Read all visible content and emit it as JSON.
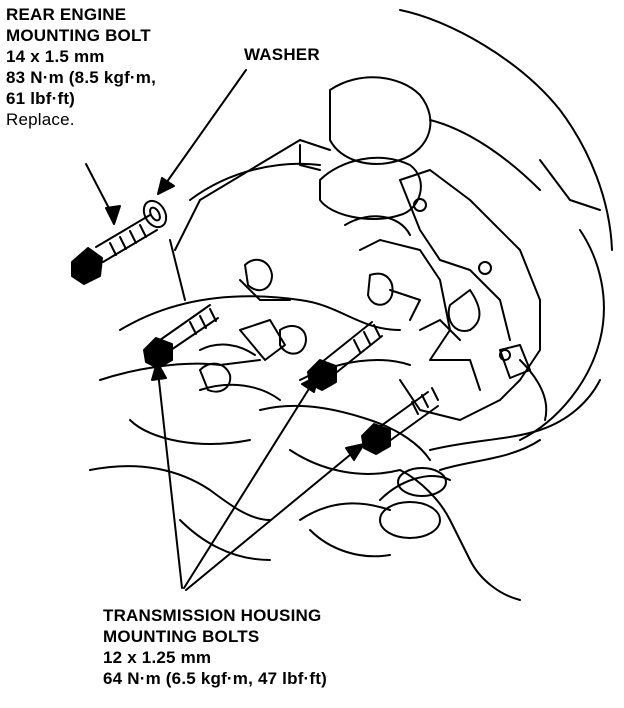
{
  "callouts": {
    "rear_engine_bolt": {
      "name_line1": "REAR ENGINE",
      "name_line2": "MOUNTING BOLT",
      "size": "14 x 1.5 mm",
      "torque_line1": "83 N·m (8.5 kgf·m,",
      "torque_line2": "61 lbf·ft)",
      "note": "Replace."
    },
    "washer": {
      "label": "WASHER"
    },
    "transmission_bolts": {
      "name_line1": "TRANSMISSION HOUSING",
      "name_line2": "MOUNTING BOLTS",
      "size": "12 x 1.25 mm",
      "torque": "64 N·m (6.5 kgf·m, 47 lbf·ft)"
    }
  },
  "colors": {
    "ink": "#000000",
    "paper": "#ffffff"
  }
}
